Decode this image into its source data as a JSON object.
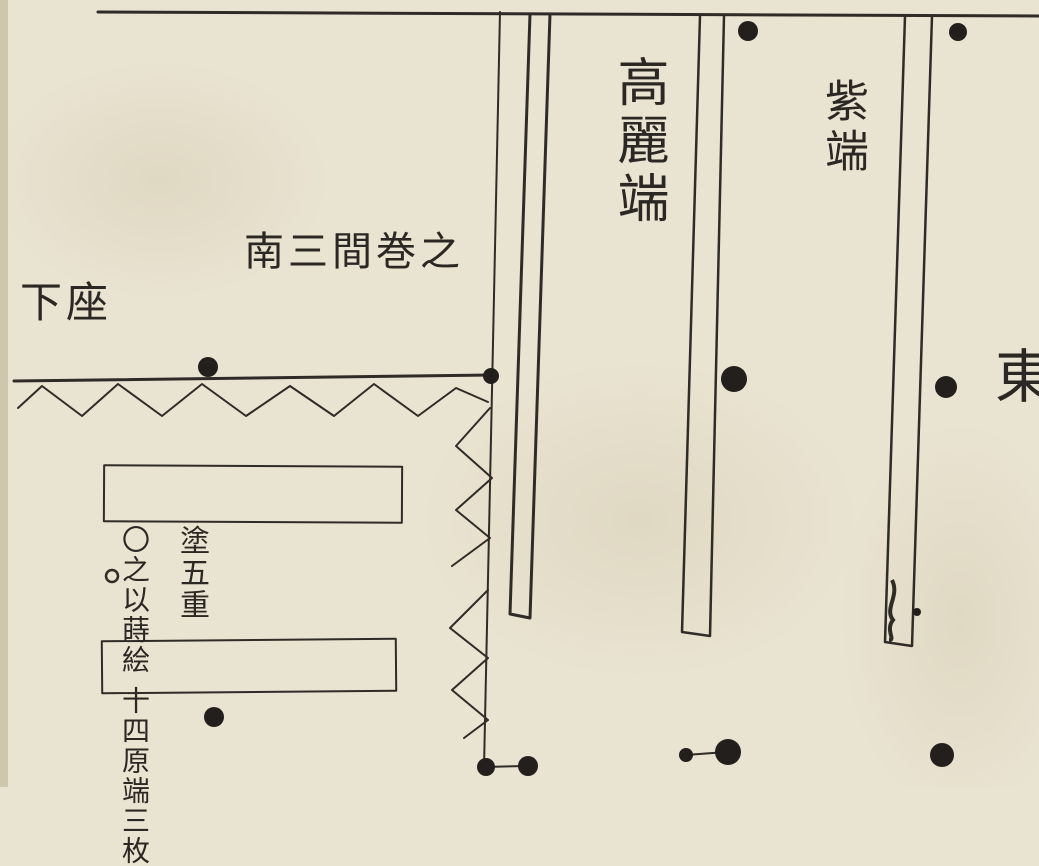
{
  "document": {
    "labels": {
      "takaraberi": "高麗端",
      "murasakiberi": "紫端",
      "east": "東",
      "note_top": "南三間巻之",
      "shimoza": "下座",
      "note_bottom_a": "塗五重",
      "note_bottom_b": "〇之以蒔絵 十四原端三枚"
    },
    "colors": {
      "paper": "#e9e3d1",
      "ink": "#2b2824"
    }
  }
}
